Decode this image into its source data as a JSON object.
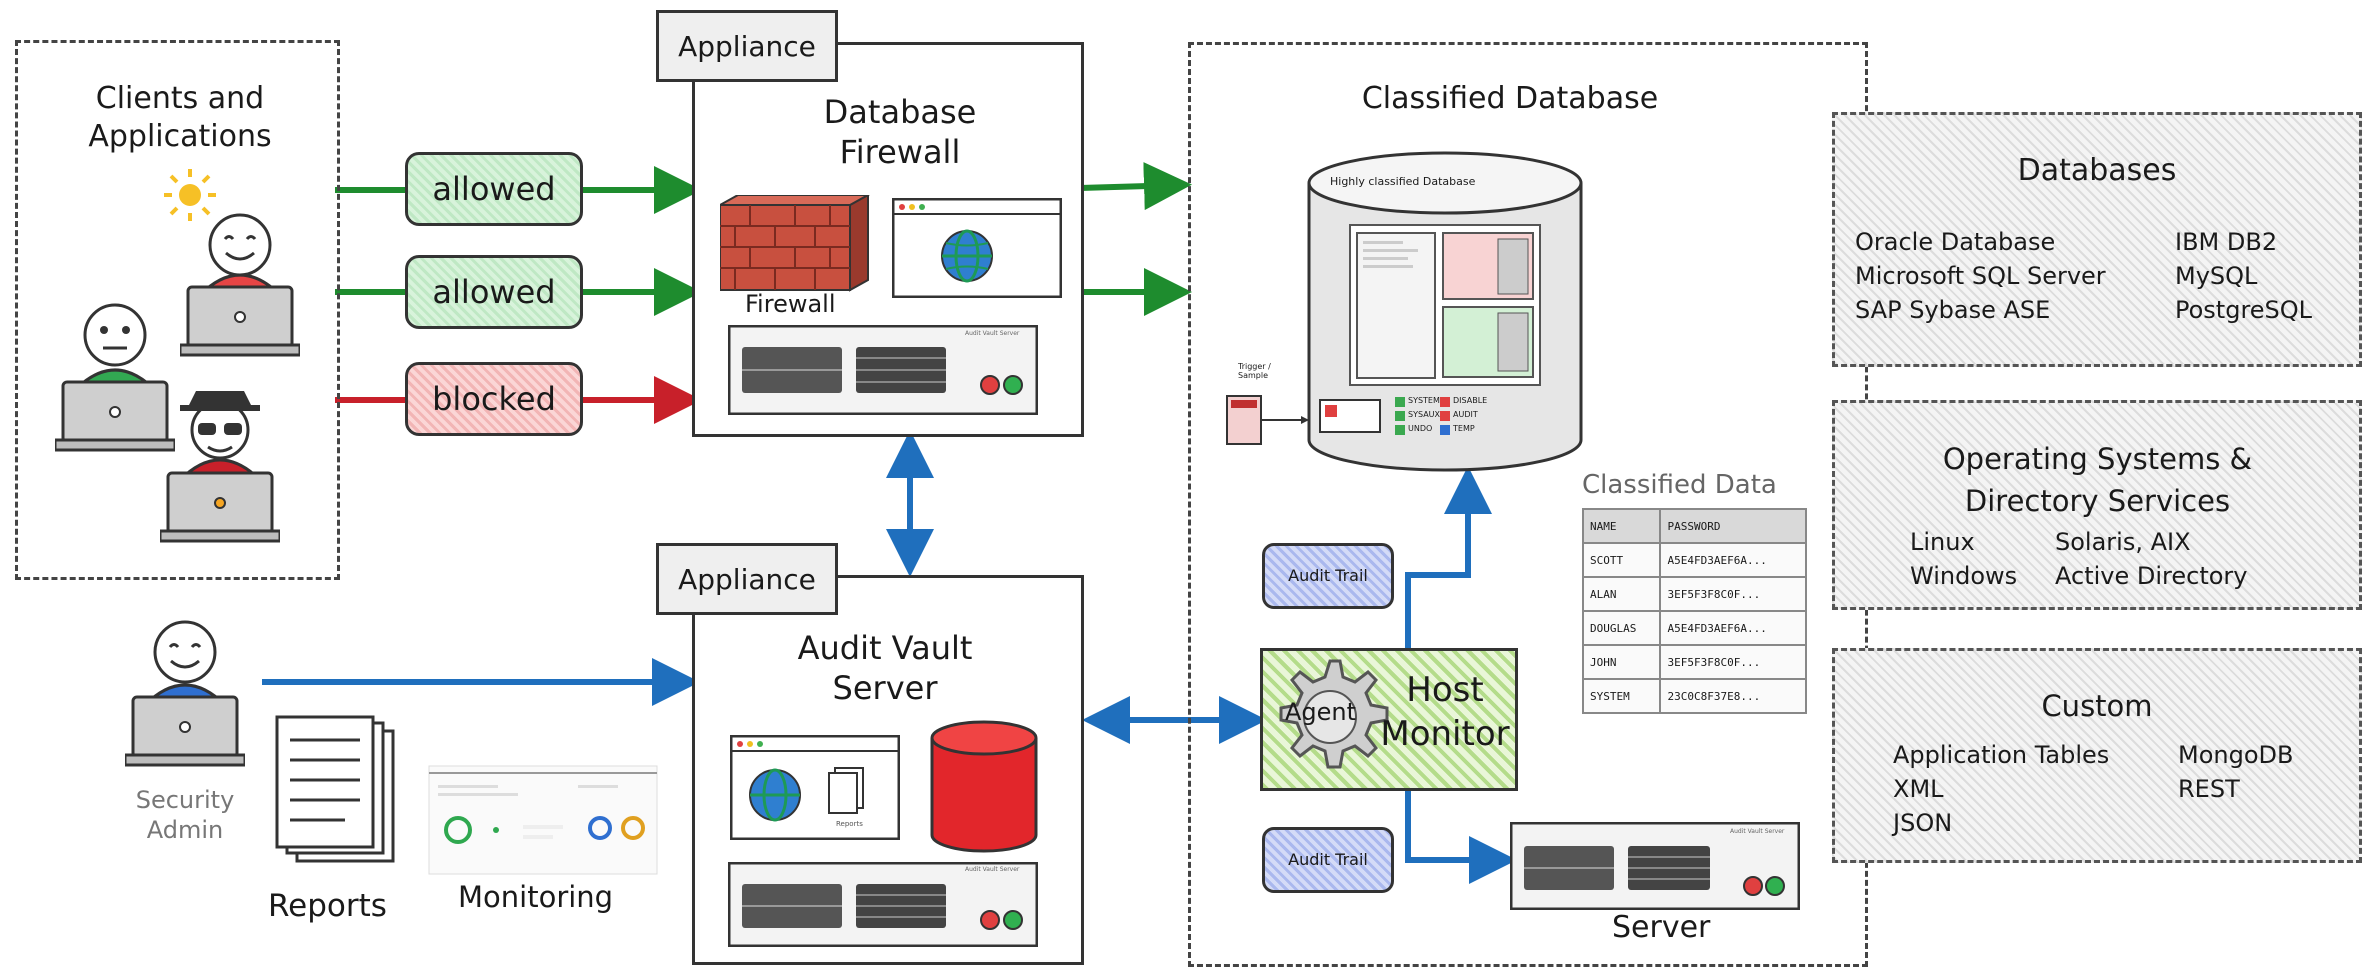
{
  "clients": {
    "title": "Clients and Applications",
    "flows": [
      {
        "label": "allowed",
        "status": "allowed"
      },
      {
        "label": "allowed",
        "status": "allowed"
      },
      {
        "label": "blocked",
        "status": "blocked"
      }
    ]
  },
  "firewall_appliance": {
    "tag": "Appliance",
    "title": "Database Firewall",
    "firewall_label": "Firewall",
    "server_caption": "Audit Vault Server"
  },
  "vault_appliance": {
    "tag": "Appliance",
    "title": "Audit Vault Server",
    "reports_caption": "Reports",
    "server_caption": "Audit Vault Server"
  },
  "security_admin": {
    "label": "Security Admin"
  },
  "reports": {
    "label": "Reports"
  },
  "monitoring": {
    "label": "Monitoring"
  },
  "classified_db": {
    "title": "Classified Database",
    "cylinder_label": "Highly classified Database",
    "tablespaces": [
      "SYSTEM",
      "SYSAUX",
      "UNDO"
    ],
    "legend": [
      "DISABLE",
      "AUDIT",
      "TEMP"
    ],
    "trigger_label": "Trigger / Sample",
    "classified_data": {
      "title": "Classified Data",
      "header": [
        "NAME",
        "PASSWORD"
      ],
      "rows": [
        [
          "SCOTT",
          "A5E4FD3AEF6A..."
        ],
        [
          "ALAN",
          "3EF5F3F8C0F..."
        ],
        [
          "DOUGLAS",
          "A5E4FD3AEF6A..."
        ],
        [
          "JOHN",
          "3EF5F3F8C0F..."
        ],
        [
          "SYSTEM",
          "23C0C8F37E8..."
        ]
      ]
    }
  },
  "host_monitor": {
    "agent": "Agent",
    "title": "Host Monitor"
  },
  "audit_trail_top": {
    "label": "Audit Trail"
  },
  "audit_trail_bottom": {
    "label": "Audit Trail"
  },
  "server": {
    "label": "Server",
    "caption": "Audit Vault Server"
  },
  "databases": {
    "title": "Databases",
    "left": [
      "Oracle Database",
      "Microsoft SQL Server",
      "SAP Sybase ASE"
    ],
    "right": [
      "IBM DB2",
      "MySQL",
      "PostgreSQL"
    ]
  },
  "os": {
    "title": "Operating Systems & Directory Services",
    "left": [
      "Linux",
      "Windows"
    ],
    "right": [
      "Solaris, AIX",
      "Active Directory"
    ]
  },
  "custom": {
    "title": "Custom",
    "left": [
      "Application Tables",
      "XML",
      "JSON"
    ],
    "right": [
      "MongoDB",
      "REST"
    ]
  },
  "colors": {
    "allowed": "#1e8c2e",
    "blocked": "#c8202a",
    "flow": "#1f6fbd"
  }
}
